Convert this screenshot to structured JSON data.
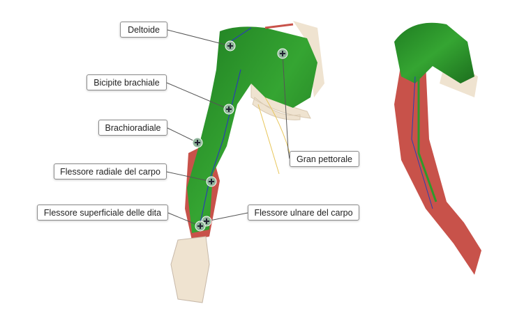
{
  "labels": {
    "deltoide": "Deltoide",
    "bicipite": "Bicipite brachiale",
    "brachioradiale": "Brachioradiale",
    "flessore_radiale": "Flessore radiale del carpo",
    "flessore_superficiale": "Flessore superficiale delle dita",
    "gran_pettorale": "Gran pettorale",
    "flessore_ulnare": "Flessore ulnare del carpo"
  },
  "colors": {
    "muscle_highlight": "#2e9a2a",
    "muscle": "#c8524a",
    "bone": "#efe3d0",
    "vein": "#2a3fb0",
    "nerve": "#e8c65a",
    "marker": "#8fb59a"
  }
}
